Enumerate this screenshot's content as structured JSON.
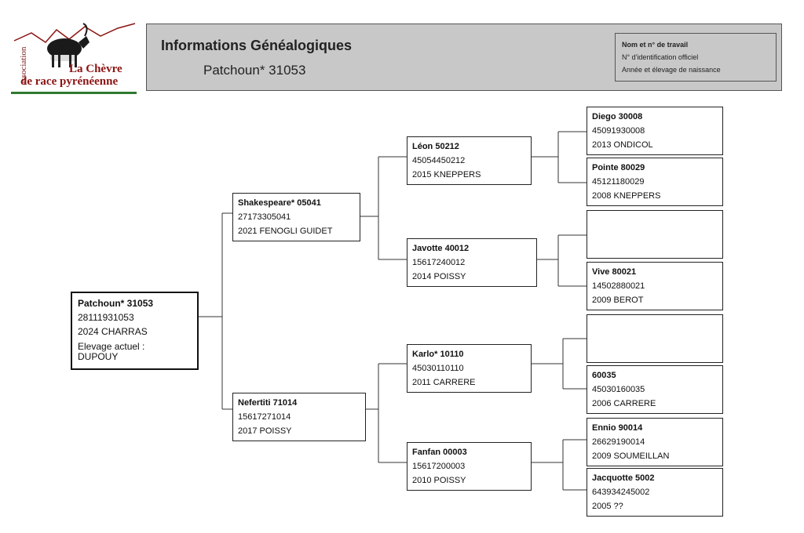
{
  "logo": {
    "association": "association",
    "line1": "La Chèvre",
    "line2": "de race pyrénéenne"
  },
  "header": {
    "title": "Informations Généalogiques",
    "subtitle": "Patchoun* 31053",
    "legend": [
      "Nom et n° de travail",
      "N° d'identification officiel",
      "Année et élevage de naissance"
    ]
  },
  "animals": {
    "root": {
      "name": "Patchoun* 31053",
      "id": "28111931053",
      "birth": "2024 CHARRAS",
      "current_label": "Elevage actuel :",
      "current": "DUPOUY"
    },
    "sire": {
      "name": "Shakespeare* 05041",
      "id": "27173305041",
      "birth": "2021 FENOGLI GUIDET"
    },
    "dam": {
      "name": "Nefertiti 71014",
      "id": "15617271014",
      "birth": "2017 POISSY"
    },
    "ss": {
      "name": "Léon 50212",
      "id": "45054450212",
      "birth": "2015 KNEPPERS"
    },
    "sd": {
      "name": "Javotte 40012",
      "id": "15617240012",
      "birth": "2014 POISSY"
    },
    "ds": {
      "name": "Karlo* 10110",
      "id": "45030110110",
      "birth": "2011 CARRERE"
    },
    "dd": {
      "name": "Fanfan 00003",
      "id": "15617200003",
      "birth": "2010 POISSY"
    },
    "sss": {
      "name": "Diego 30008",
      "id": "45091930008",
      "birth": "2013 ONDICOL"
    },
    "ssd": {
      "name": "Pointe 80029",
      "id": "45121180029",
      "birth": "2008 KNEPPERS"
    },
    "sds": {
      "name": "",
      "id": "",
      "birth": ""
    },
    "sdd": {
      "name": "Vive 80021",
      "id": "14502880021",
      "birth": "2009 BEROT"
    },
    "dss": {
      "name": "",
      "id": "",
      "birth": ""
    },
    "dsd": {
      "name": "60035",
      "id": "45030160035",
      "birth": "2006 CARRERE"
    },
    "dds": {
      "name": "Ennio 90014",
      "id": "26629190014",
      "birth": "2009 SOUMEILLAN"
    },
    "ddd": {
      "name": "Jacquotte 5002",
      "id": "643934245002",
      "birth": "2005 ??"
    }
  }
}
